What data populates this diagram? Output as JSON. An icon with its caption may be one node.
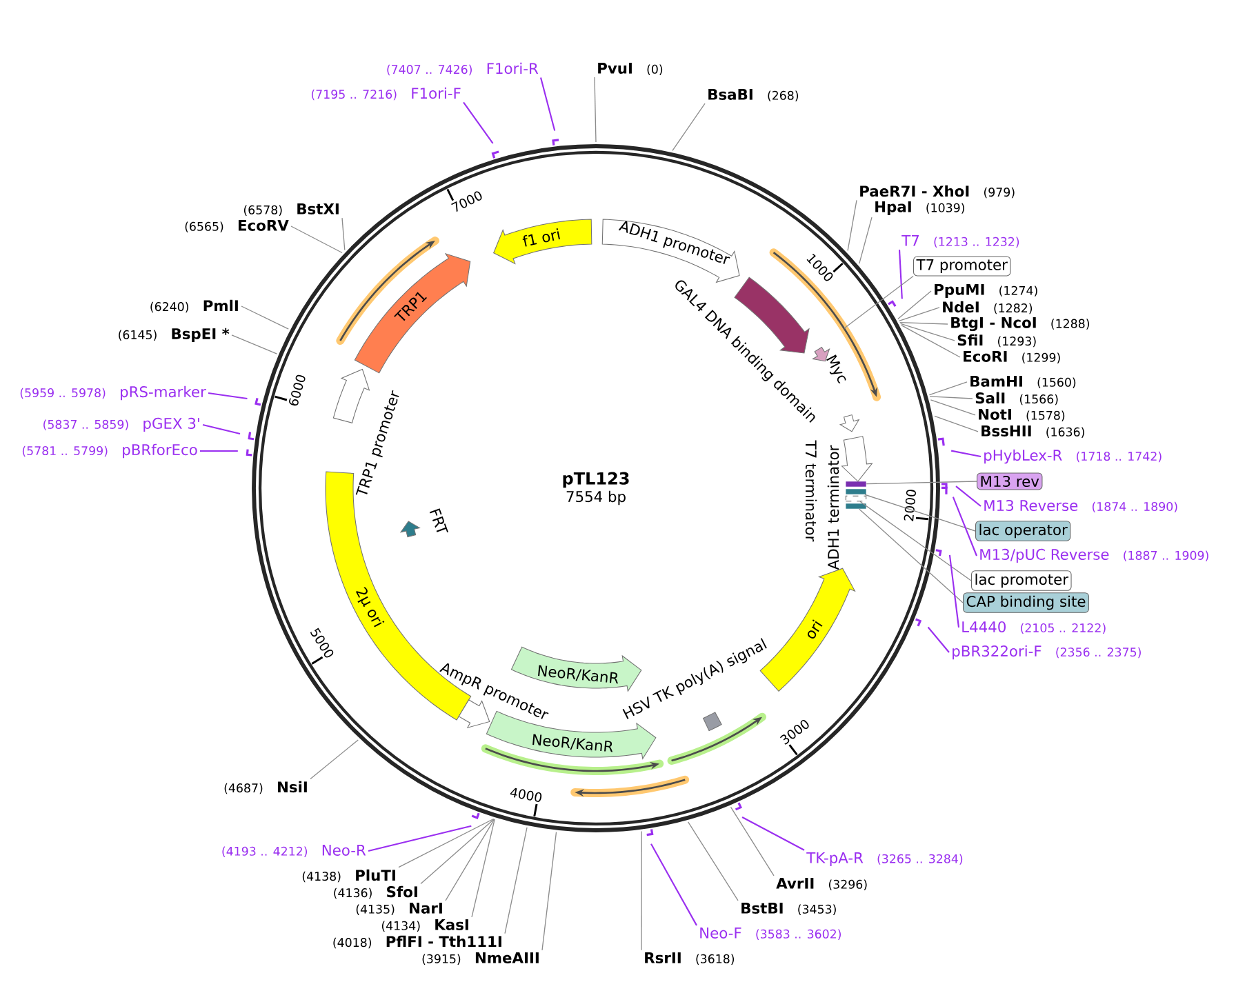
{
  "diagram": {
    "title": "pTL123",
    "nodes": [
      {
        "text": [
          "(7407 .. 7426)",
          "F1ori-R"
        ]
      },
      {
        "text": [
          "PvuI",
          "(0)"
        ]
      },
      {
        "text": [
          "(7195 .. 7216)",
          "F1ori-F"
        ]
      },
      {
        "text": [
          "BsaBI",
          "(268)"
        ]
      },
      {
        "text": [
          "PaeR7I - XhoI",
          "(979)"
        ]
      },
      {
        "text": [
          "HpaI",
          "(1039)"
        ]
      },
      {
        "text": [
          "(6578)",
          "BstXI"
        ]
      },
      {
        "text": [
          "(6565)",
          "EcoRV"
        ]
      },
      {
        "text": [
          "T7",
          "(1213 .. 1232)"
        ]
      },
      {
        "text": [
          "T7 promoter"
        ]
      },
      {
        "text": [
          "PpuMI",
          "(1274)"
        ]
      },
      {
        "text": [
          "NdeI",
          "(1282)"
        ]
      },
      {
        "text": [
          "(6240)",
          "PmlI"
        ]
      },
      {
        "text": [
          "BtgI - NcoI",
          "(1288)"
        ]
      },
      {
        "text": [
          "(6145)",
          "BspEI *"
        ]
      },
      {
        "text": [
          "SfiI",
          "(1293)"
        ]
      },
      {
        "text": [
          "EcoRI",
          "(1299)"
        ]
      },
      {
        "text": [
          "BamHI",
          "(1560)"
        ]
      },
      {
        "text": [
          "(5959 .. 5978)",
          "pRS-marker"
        ]
      },
      {
        "text": [
          "SalI",
          "(1566)"
        ]
      },
      {
        "text": [
          "NotI",
          "(1578)"
        ]
      },
      {
        "text": [
          "(5837 .. 5859)",
          "pGEX 3'"
        ]
      },
      {
        "text": [
          "BssHII",
          "(1636)"
        ]
      },
      {
        "text": [
          "(5781 .. 5799)",
          "pBRforEco"
        ]
      },
      {
        "text": [
          "pHybLex-R",
          "(1718 .. 1742)"
        ]
      },
      {
        "text": [
          "M13 rev"
        ]
      },
      {
        "text": [
          "M13 Reverse",
          "(1874 .. 1890)"
        ]
      },
      {
        "text": [
          "lac operator"
        ]
      },
      {
        "text": [
          "M13/pUC Reverse",
          "(1887 .. 1909)"
        ]
      },
      {
        "text": [
          "lac promoter"
        ]
      },
      {
        "text": [
          "CAP binding site"
        ]
      },
      {
        "text": [
          "L4440",
          "(2105 .. 2122)"
        ]
      },
      {
        "text": [
          "pBR322ori-F",
          "(2356 .. 2375)"
        ]
      },
      {
        "text": [
          "(4687)",
          "NsiI"
        ]
      },
      {
        "text": [
          "(4193 .. 4212)",
          "Neo-R"
        ]
      },
      {
        "text": [
          "TK-pA-R",
          "(3265 .. 3284)"
        ]
      },
      {
        "text": [
          "(4138)",
          "PluTI"
        ]
      },
      {
        "text": [
          "AvrII",
          "(3296)"
        ]
      },
      {
        "text": [
          "(4136)",
          "SfoI"
        ]
      },
      {
        "text": [
          "(4135)",
          "NarI"
        ]
      },
      {
        "text": [
          "BstBI",
          "(3453)"
        ]
      },
      {
        "text": [
          "(4134)",
          "KasI"
        ]
      },
      {
        "text": [
          "Neo-F",
          "(3583 .. 3602)"
        ]
      },
      {
        "text": [
          "(4018)",
          "PflFI - Tth111I"
        ]
      },
      {
        "text": [
          "RsrII",
          "(3618)"
        ]
      },
      {
        "text": [
          "(3915)",
          "NmeAIII"
        ]
      },
      {
        "text": [
          "f1 ori"
        ]
      },
      {
        "text": [
          "ADH1 promoter"
        ]
      },
      {
        "text": [
          "TRP1"
        ]
      },
      {
        "text": [
          "GAL4 DNA binding domain"
        ]
      },
      {
        "text": [
          "Myc"
        ]
      },
      {
        "text": [
          "TRP1 promoter"
        ]
      },
      {
        "text": [
          "T7 terminator"
        ]
      },
      {
        "text": [
          "ADH1 terminator"
        ]
      },
      {
        "text": [
          "FRT"
        ]
      },
      {
        "text": [
          "2μ ori"
        ]
      },
      {
        "text": [
          "ori"
        ]
      },
      {
        "text": [
          "NeoR/KanR"
        ]
      },
      {
        "text": [
          "AmpR promoter"
        ]
      },
      {
        "text": [
          "HSV TK poly(A) signal"
        ]
      },
      {
        "text": [
          "NeoR/KanR"
        ]
      },
      {
        "text": [],
        "shape": "box"
      },
      {
        "text": [],
        "shape": "box"
      },
      {
        "text": [],
        "shape": "box"
      },
      {
        "text": [],
        "shape": "box"
      }
    ],
    "edges": [
      {
        "from": 0,
        "to": null,
        "arrow": "none",
        "color": "#9a2ff0"
      },
      {
        "from": 1,
        "to": null,
        "arrow": "none"
      },
      {
        "from": 2,
        "to": null,
        "arrow": "none",
        "color": "#9a2ff0"
      },
      {
        "from": 3,
        "to": null,
        "arrow": "none"
      },
      {
        "from": 4,
        "to": null,
        "arrow": "none"
      },
      {
        "from": 5,
        "to": null,
        "arrow": "none"
      },
      {
        "from": 6,
        "to": null,
        "arrow": "none"
      },
      {
        "from": 7,
        "to": null,
        "arrow": "none"
      },
      {
        "from": 8,
        "to": null,
        "arrow": "none",
        "color": "#9a2ff0"
      },
      {
        "from": 9,
        "to": null,
        "arrow": "none"
      },
      {
        "from": 10,
        "to": null,
        "arrow": "none"
      },
      {
        "from": 11,
        "to": null,
        "arrow": "none"
      },
      {
        "from": 12,
        "to": null,
        "arrow": "none"
      },
      {
        "from": 13,
        "to": null,
        "arrow": "none"
      },
      {
        "from": 14,
        "to": null,
        "arrow": "none"
      },
      {
        "from": 15,
        "to": null,
        "arrow": "none"
      },
      {
        "from": 16,
        "to": null,
        "arrow": "none"
      },
      {
        "from": 17,
        "to": null,
        "arrow": "none"
      },
      {
        "from": 18,
        "to": null,
        "arrow": "none",
        "color": "#9a2ff0"
      },
      {
        "from": 19,
        "to": null,
        "arrow": "none"
      },
      {
        "from": 20,
        "to": null,
        "arrow": "none"
      },
      {
        "from": 21,
        "to": null,
        "arrow": "none",
        "color": "#9a2ff0"
      },
      {
        "from": 22,
        "to": null,
        "arrow": "none"
      },
      {
        "from": 23,
        "to": null,
        "arrow": "none",
        "color": "#9a2ff0"
      },
      {
        "from": 24,
        "to": null,
        "arrow": "none",
        "color": "#9a2ff0"
      },
      {
        "from": 25,
        "to": 61,
        "arrow": "none"
      },
      {
        "from": 26,
        "to": null,
        "arrow": "none",
        "color": "#9a2ff0"
      },
      {
        "from": 27,
        "to": 62,
        "arrow": "none"
      },
      {
        "from": 28,
        "to": null,
        "arrow": "none",
        "color": "#9a2ff0"
      },
      {
        "from": 29,
        "to": 63,
        "arrow": "none"
      },
      {
        "from": 30,
        "to": 64,
        "arrow": "none"
      },
      {
        "from": 31,
        "to": null,
        "arrow": "none",
        "color": "#9a2ff0"
      },
      {
        "from": 32,
        "to": null,
        "arrow": "none",
        "color": "#9a2ff0"
      },
      {
        "from": 33,
        "to": null,
        "arrow": "none"
      },
      {
        "from": 34,
        "to": null,
        "arrow": "none",
        "color": "#9a2ff0"
      },
      {
        "from": 35,
        "to": null,
        "arrow": "none",
        "color": "#9a2ff0"
      },
      {
        "from": 36,
        "to": null,
        "arrow": "none"
      },
      {
        "from": 37,
        "to": null,
        "arrow": "none"
      },
      {
        "from": 38,
        "to": null,
        "arrow": "none"
      },
      {
        "from": 39,
        "to": null,
        "arrow": "none"
      },
      {
        "from": 40,
        "to": null,
        "arrow": "none"
      },
      {
        "from": 41,
        "to": null,
        "arrow": "none"
      },
      {
        "from": 42,
        "to": null,
        "arrow": "none",
        "color": "#9a2ff0"
      },
      {
        "from": 43,
        "to": null,
        "arrow": "none"
      },
      {
        "from": 44,
        "to": null,
        "arrow": "none"
      },
      {
        "from": 45,
        "to": null,
        "arrow": "none"
      }
    ],
    "labels": [
      "7554 bp",
      "1000",
      "2000",
      "3000",
      "4000",
      "5000",
      "6000",
      "7000"
    ]
  }
}
